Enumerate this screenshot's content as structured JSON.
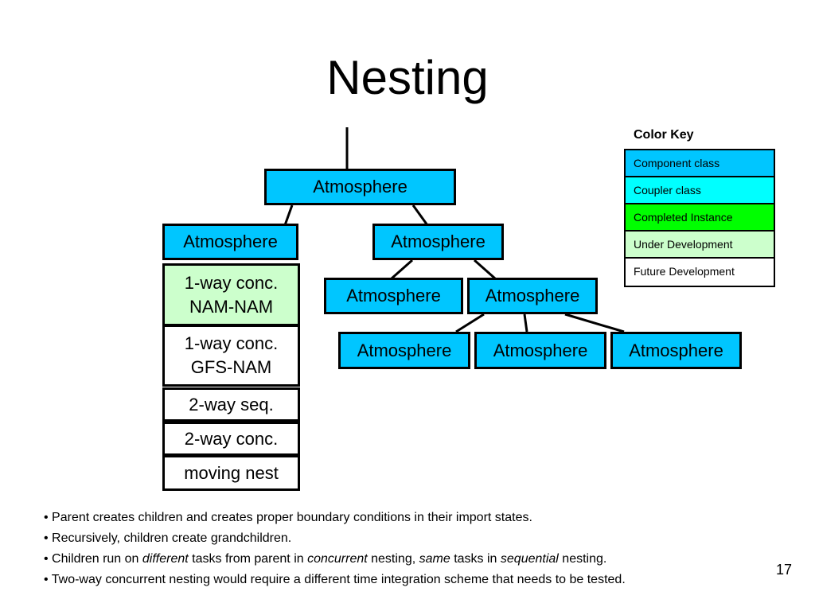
{
  "title": "Nesting",
  "colors": {
    "component": "#00c6ff",
    "coupler": "#00ffff",
    "completed": "#00ff00",
    "under_development": "#ccffcc",
    "future": "#ffffff"
  },
  "tree": {
    "root": "Atmosphere",
    "left_child": "Atmosphere",
    "right_child": "Atmosphere",
    "grandchildren": [
      "Atmosphere",
      "Atmosphere"
    ],
    "great_grandchildren": [
      "Atmosphere",
      "Atmosphere",
      "Atmosphere"
    ]
  },
  "nest_types": [
    {
      "line1": "1-way conc.",
      "line2": "NAM-NAM",
      "status": "under_development"
    },
    {
      "line1": "1-way conc.",
      "line2": "GFS-NAM",
      "status": "future"
    },
    {
      "line1": "2-way seq.",
      "line2": "",
      "status": "future"
    },
    {
      "line1": "2-way conc.",
      "line2": "",
      "status": "future"
    },
    {
      "line1": "moving nest",
      "line2": "",
      "status": "future"
    }
  ],
  "color_key": {
    "title": "Color Key",
    "items": [
      {
        "label": "Component class",
        "color": "#00c6ff"
      },
      {
        "label": "Coupler class",
        "color": "#00ffff"
      },
      {
        "label": "Completed Instance",
        "color": "#00ff00"
      },
      {
        "label": "Under Development",
        "color": "#ccffcc"
      },
      {
        "label": "Future Development",
        "color": "#ffffff"
      }
    ]
  },
  "bullets": {
    "b1": "• Parent creates children and creates proper boundary conditions in their import states.",
    "b2": "• Recursively, children create grandchildren.",
    "b3": {
      "t1": "• Children run on ",
      "t2": "different",
      "t3": " tasks from parent in ",
      "t4": "concurrent",
      "t5": " nesting, ",
      "t6": "same",
      "t7": " tasks in ",
      "t8": "sequential",
      "t9": " nesting."
    },
    "b4": "• Two-way concurrent nesting would require a different time integration scheme that needs to be tested."
  },
  "page_number": "17"
}
